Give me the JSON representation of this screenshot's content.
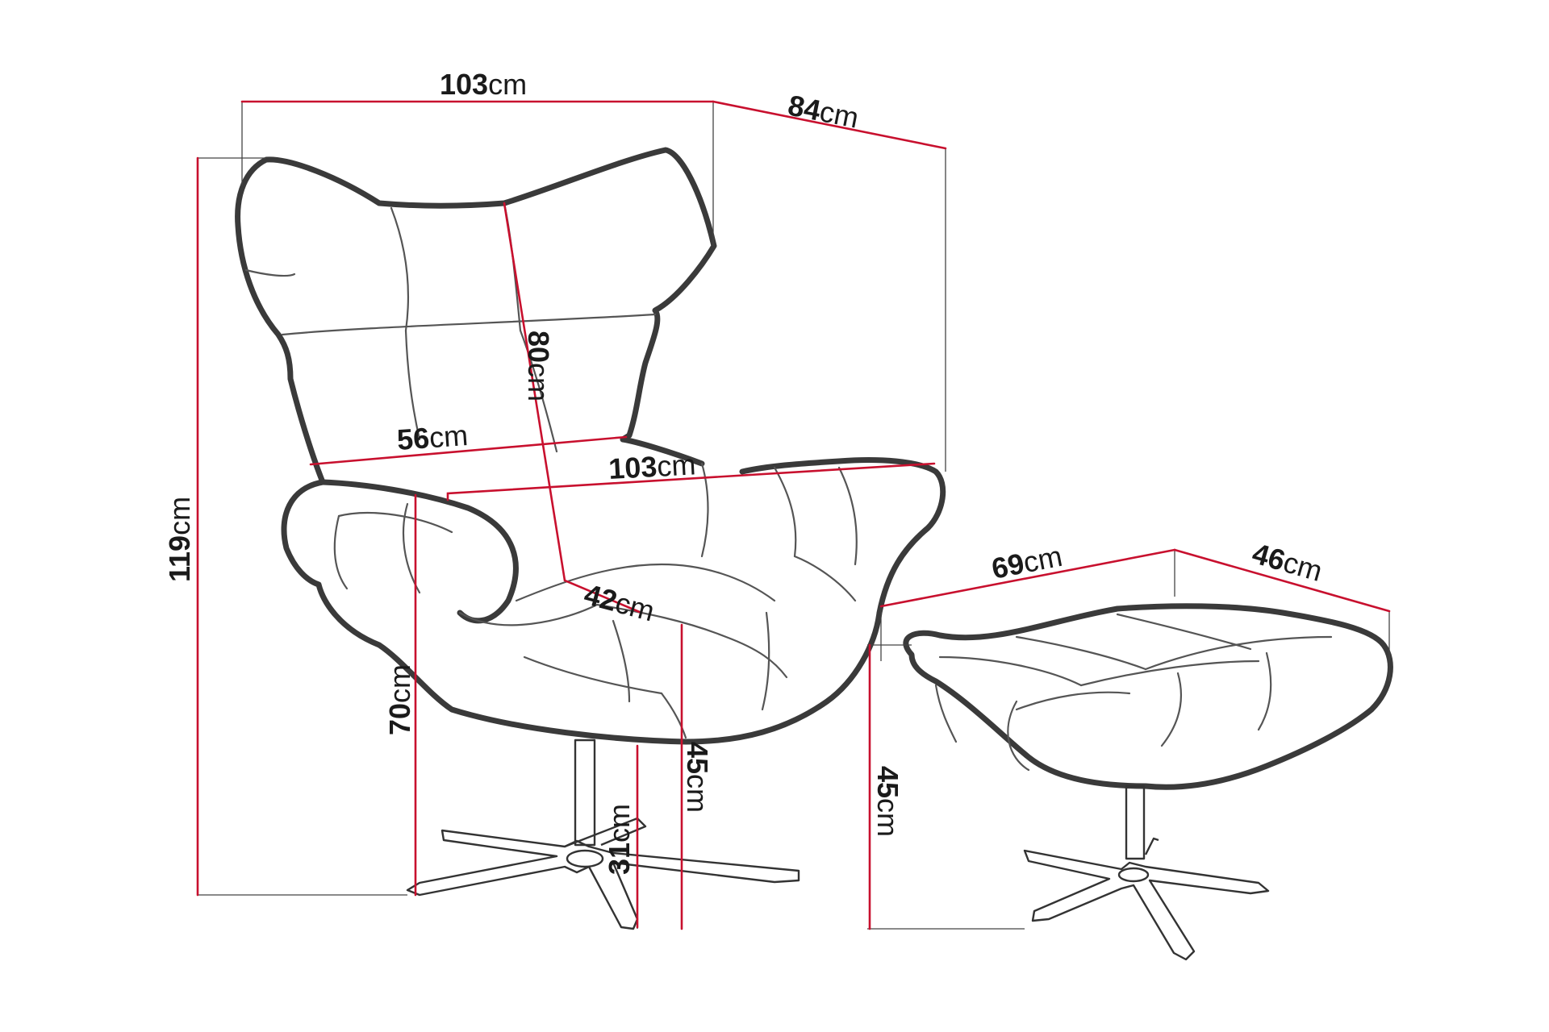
{
  "colors": {
    "dimension_line": "#c8102e",
    "outline": "#3a3a3a",
    "background": "#ffffff"
  },
  "labels": {
    "chair_width_top": {
      "value": "103",
      "unit": "cm"
    },
    "chair_depth_top": {
      "value": "84",
      "unit": "cm"
    },
    "backrest_height": {
      "value": "80",
      "unit": "cm"
    },
    "backrest_width": {
      "value": "56",
      "unit": "cm"
    },
    "chair_width_arms": {
      "value": "103",
      "unit": "cm"
    },
    "total_height": {
      "value": "119",
      "unit": "cm"
    },
    "seat_depth": {
      "value": "42",
      "unit": "cm"
    },
    "armrest_height": {
      "value": "70",
      "unit": "cm"
    },
    "seat_height": {
      "value": "45",
      "unit": "cm"
    },
    "base_height": {
      "value": "31",
      "unit": "cm"
    },
    "ottoman_width": {
      "value": "69",
      "unit": "cm"
    },
    "ottoman_depth": {
      "value": "46",
      "unit": "cm"
    },
    "ottoman_height": {
      "value": "45",
      "unit": "cm"
    }
  }
}
